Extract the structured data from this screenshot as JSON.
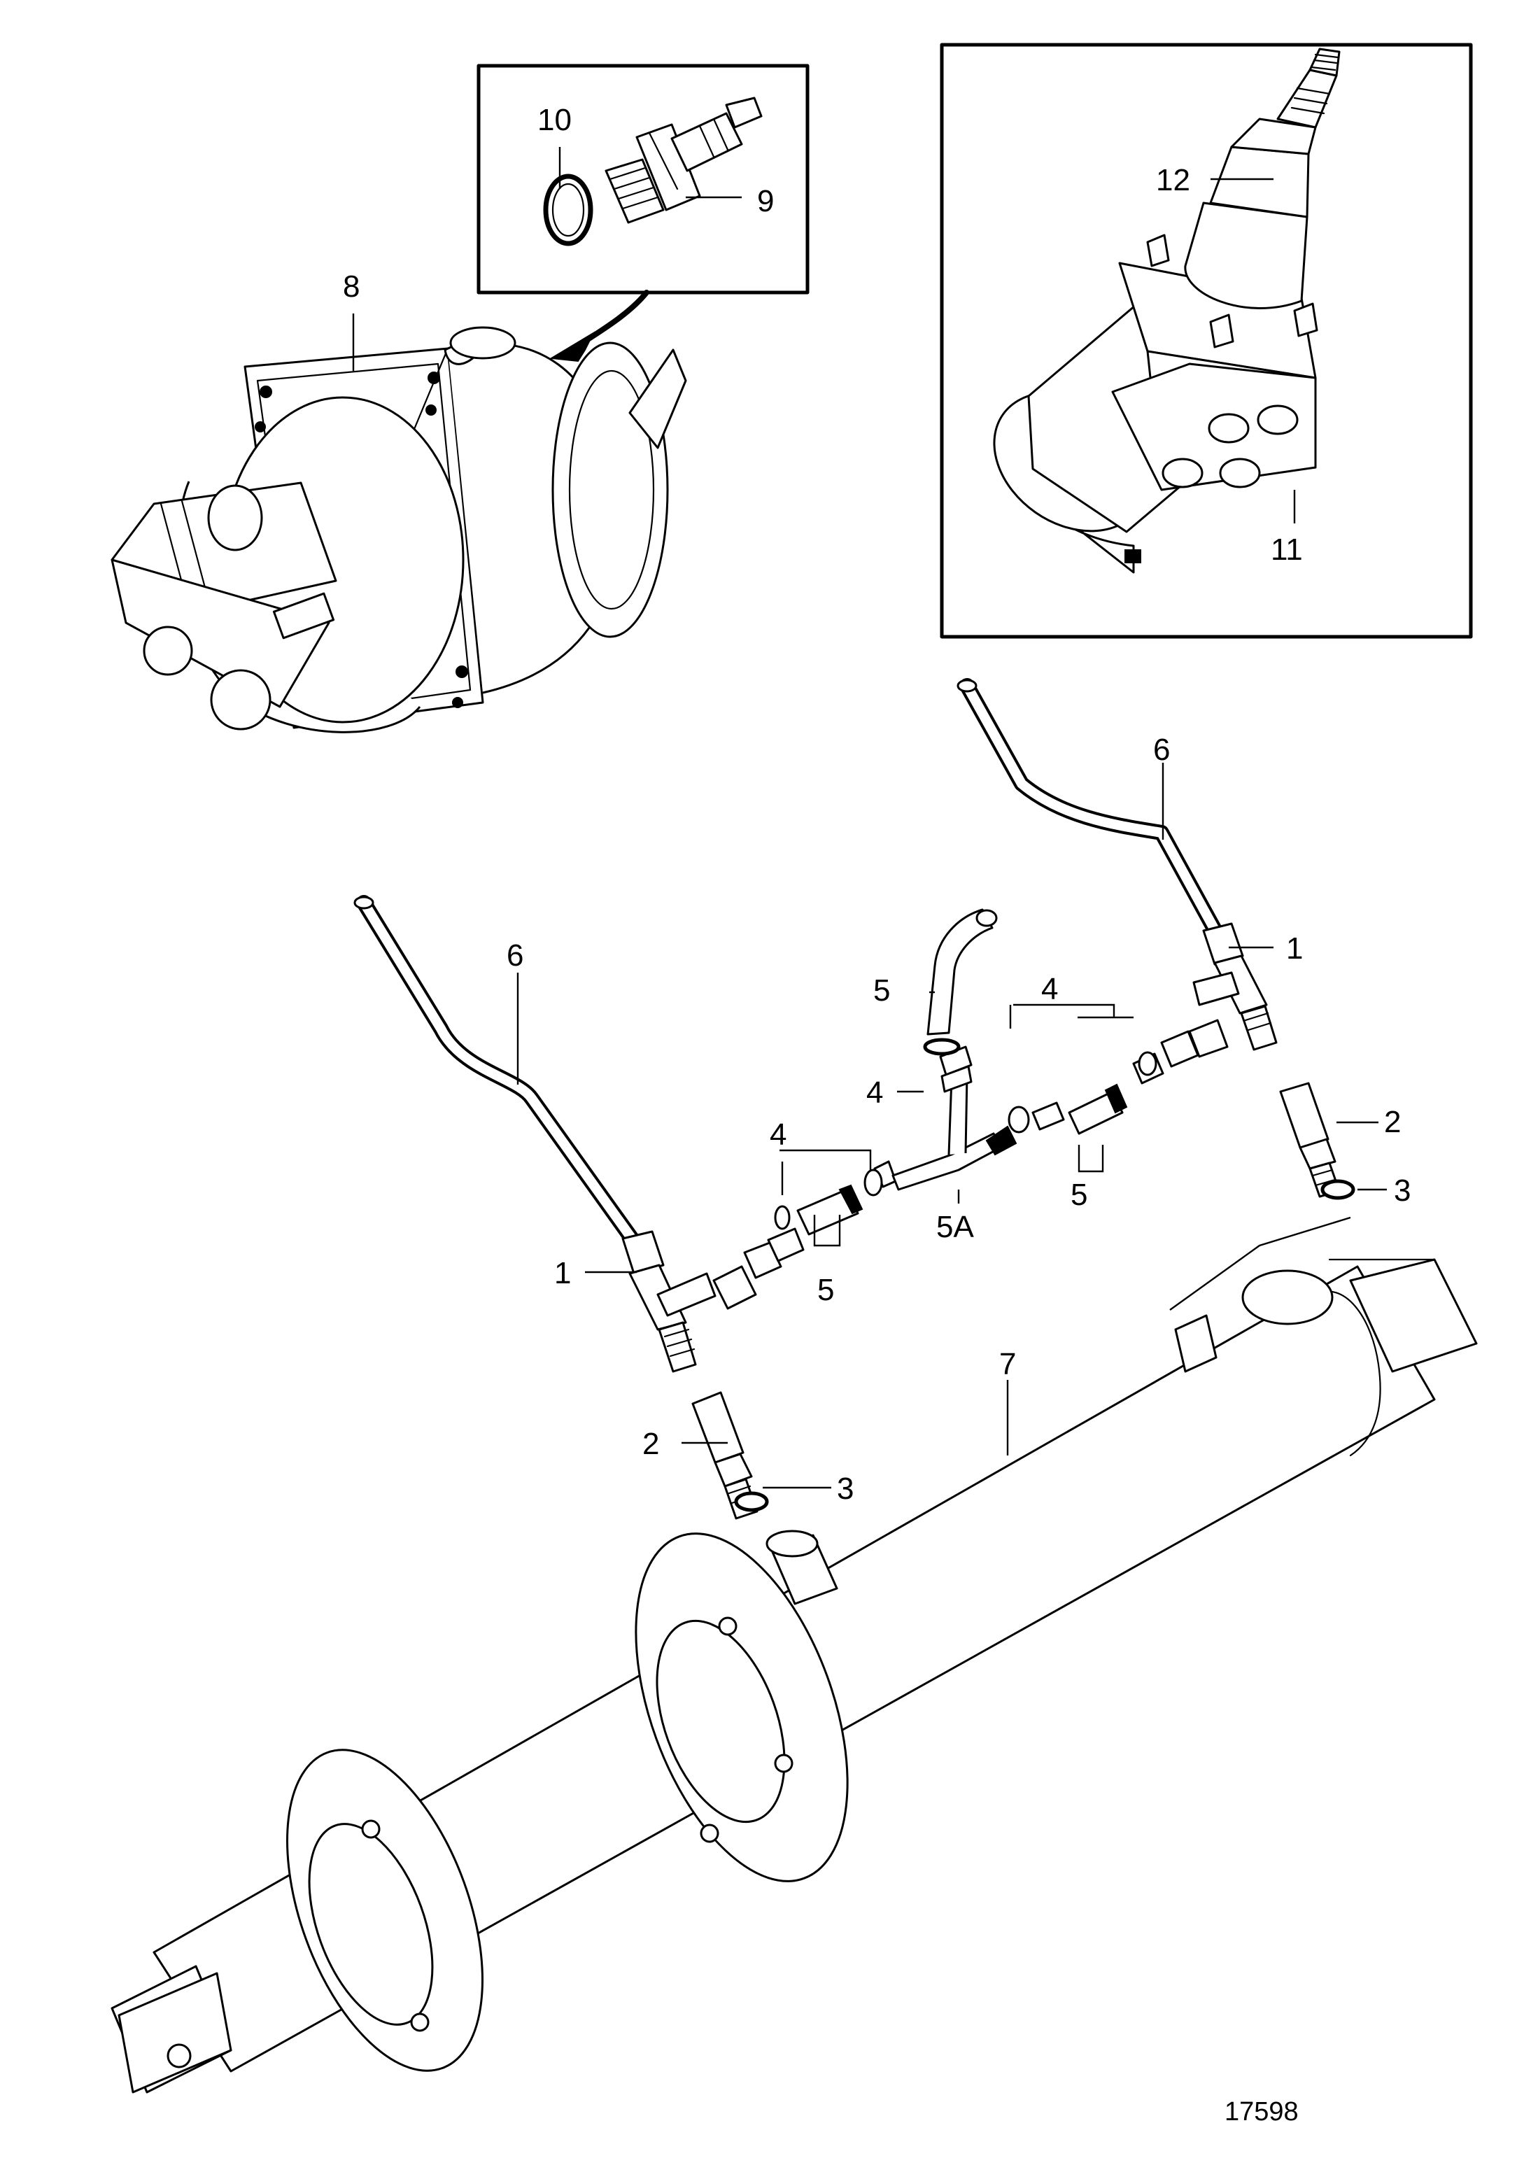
{
  "drawing_number": "17598",
  "callouts": {
    "c1_left": "1",
    "c1_right": "1",
    "c2_left": "2",
    "c2_right": "2",
    "c3_left": "3",
    "c3_right": "3",
    "c4_left": "4",
    "c4_center": "4",
    "c4_right": "4",
    "c5_top": "5",
    "c5_left": "5",
    "c5_right": "5",
    "c5A": "5A",
    "c6_left": "6",
    "c6_right": "6",
    "c7": "7",
    "c8": "8",
    "c9": "9",
    "c10": "10",
    "c11": "11",
    "c12": "12"
  }
}
